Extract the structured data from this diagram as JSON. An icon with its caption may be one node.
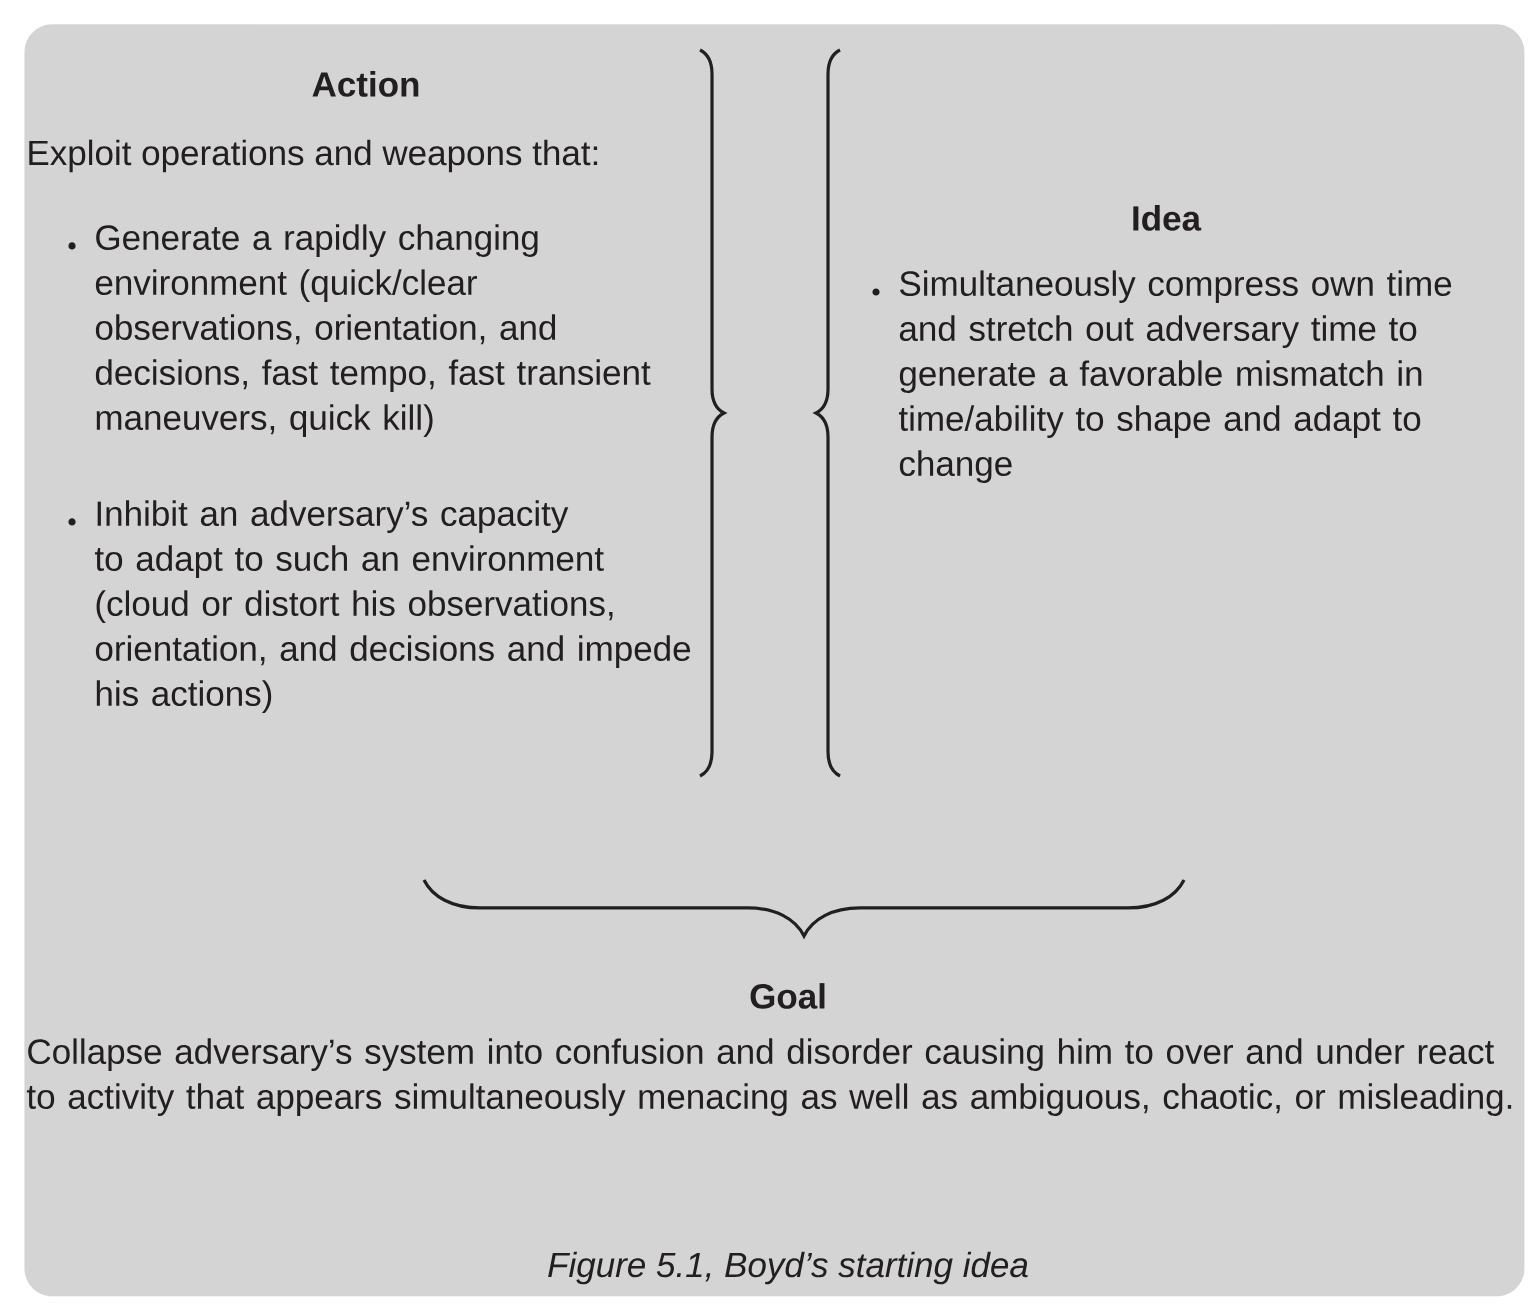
{
  "diagram": {
    "caption": "Figure 5.1, Boyd’s starting idea",
    "nodes": [
      {
        "text": [
          "Action",
          "Exploit operations and weapons that:",
          "Generate a rapidly changing environment (quick/clear observations, orientation, and decisions, fast tempo, fast transient maneuvers, quick kill)",
          "Inhibit an adversary’s capacity to adapt to such an environment (cloud or distort his observations, orientation, and decisions and impede his actions)",
          "Idea",
          "Simultaneously compress own time and stretch out adversary time to generate a favorable mismatch in time/ability to shape and adapt to change",
          "Goal",
          "Collapse adversary’s system into confusion and disorder causing him to over and under react to activity that appears simultaneously menacing as well as ambiguous, chaotic, or misleading."
        ]
      }
    ]
  }
}
